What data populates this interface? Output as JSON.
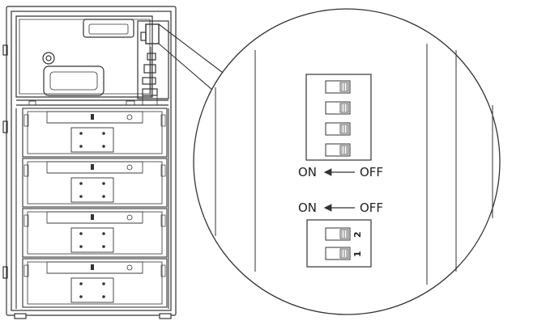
{
  "switch_block_top": {
    "switch_count": 4,
    "on_label": "ON",
    "off_label": "OFF"
  },
  "switch_block_bottom": {
    "on_label": "ON",
    "off_label": "OFF",
    "switch_numbers": [
      "2",
      "1"
    ]
  },
  "cabinet": {
    "module_count": 4
  },
  "colors": {
    "line": "#333333",
    "background": "#ffffff"
  }
}
